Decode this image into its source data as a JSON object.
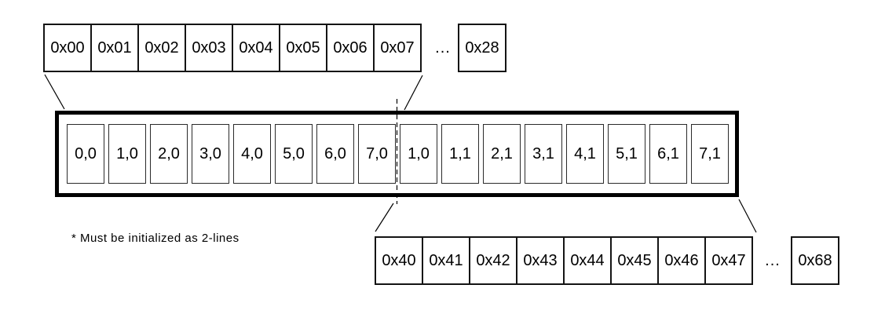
{
  "diagram": {
    "top_memory_row": {
      "cells": [
        "0x00",
        "0x01",
        "0x02",
        "0x03",
        "0x04",
        "0x05",
        "0x06",
        "0x07"
      ],
      "ellipsis": "...",
      "tail_cell": "0x28"
    },
    "line_buffer": {
      "cells": [
        "0,0",
        "1,0",
        "2,0",
        "3,0",
        "4,0",
        "5,0",
        "6,0",
        "7,0",
        "1,0",
        "1,1",
        "2,1",
        "3,1",
        "4,1",
        "5,1",
        "6,1",
        "7,1"
      ]
    },
    "bottom_memory_row": {
      "cells": [
        "0x40",
        "0x41",
        "0x42",
        "0x43",
        "0x44",
        "0x45",
        "0x46",
        "0x47"
      ],
      "ellipsis": "...",
      "tail_cell": "0x68"
    },
    "footnote": "* Must be initialized as 2-lines",
    "colors": {
      "ink": "#000000",
      "background": "#ffffff"
    }
  }
}
